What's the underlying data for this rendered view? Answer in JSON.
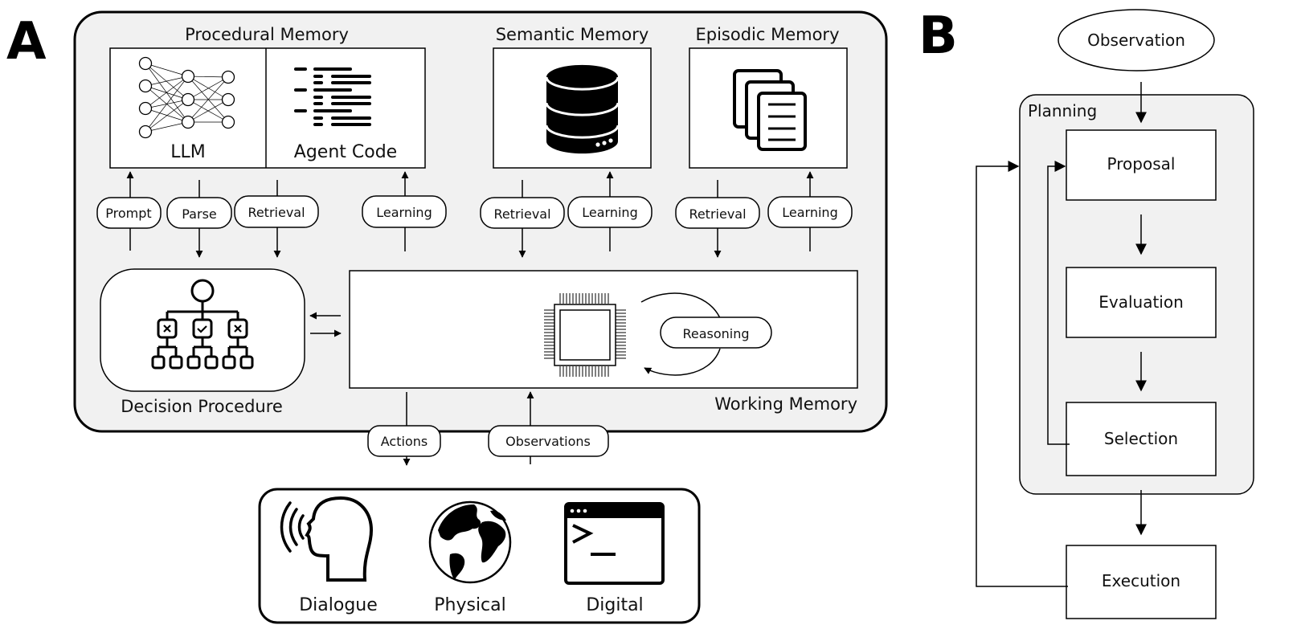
{
  "panel_a": {
    "label": "A",
    "procedural_memory": {
      "title": "Procedural Memory",
      "llm_label": "LLM",
      "agent_code_label": "Agent Code"
    },
    "semantic_memory": {
      "title": "Semantic Memory"
    },
    "episodic_memory": {
      "title": "Episodic Memory"
    },
    "pills": {
      "prompt": "Prompt",
      "parse": "Parse",
      "retrieval_procedural": "Retrieval",
      "learning_procedural": "Learning",
      "retrieval_semantic": "Retrieval",
      "learning_semantic": "Learning",
      "retrieval_episodic": "Retrieval",
      "learning_episodic": "Learning",
      "reasoning": "Reasoning",
      "actions": "Actions",
      "observations": "Observations"
    },
    "decision_procedure": {
      "title": "Decision Procedure"
    },
    "working_memory": {
      "title": "Working Memory"
    },
    "environment": {
      "items": [
        {
          "label": "Dialogue",
          "icon": "speaking-head-icon"
        },
        {
          "label": "Physical",
          "icon": "globe-icon"
        },
        {
          "label": "Digital",
          "icon": "terminal-icon"
        }
      ]
    }
  },
  "panel_b": {
    "label": "B",
    "observation": "Observation",
    "planning_label": "Planning",
    "steps": [
      "Proposal",
      "Evaluation",
      "Selection"
    ],
    "execution": "Execution"
  }
}
